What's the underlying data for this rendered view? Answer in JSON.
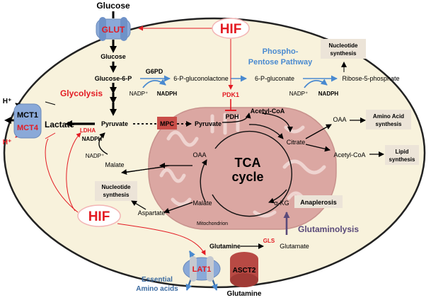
{
  "labels": {
    "glucose_top": "Glucose",
    "glut": "GLUT",
    "hif_top": "HIF",
    "glucose_in": "Glucose",
    "glucose6p": "Glucose-6-P",
    "g6pd": "G6PD",
    "nadp_1": "NADP⁺",
    "nadph_1": "NADPH",
    "gluconolactone": "6-P-gluconolactone",
    "gluconate": "6-P-gluconate",
    "ribose": "Ribose-5-phosphate",
    "nadp_2": "NADP⁺",
    "nadph_2": "NADPH",
    "ppp_1": "Phospho-",
    "ppp_2": "Pentose Pathway",
    "nuc_syn_top_1": "Nucleotide",
    "nuc_syn_top_2": "synthesis",
    "glycolysis": "Glycolysis",
    "pdk1": "PDK1",
    "pdh": "PDH",
    "acetylcoa_mito": "Acetyl-CoA",
    "pyruvate": "Pyruvate",
    "mpc": "MPC",
    "pyruvate_mito": "Pyruvate",
    "lactate": "Lactate",
    "h_plus_top": "H⁺",
    "mct1": "MCT1",
    "mct4": "MCT4",
    "h_plus_bottom": "H⁺",
    "ldha": "LDHA",
    "nadph_3": "NADPH",
    "nadp_3": "NADP⁺",
    "malate_cyto": "Malate",
    "nuc_syn_left_1": "Nucleotide",
    "nuc_syn_left_2": "synthesis",
    "hif_bottom": "HIF",
    "aspartate": "Aspartate",
    "oaa_mito": "OAA",
    "tca_1": "TCA",
    "tca_2": "cycle",
    "citrate": "Citrate",
    "malate_mito": "Malate",
    "akg": "α-KG",
    "anaplerosis": "Anaplerosis",
    "mitochondrion": "Mitochondrion",
    "oaa_cyto": "OAA",
    "acetylcoa_cyto": "Acetyl-CoA",
    "aa_syn_1": "Amino Acid",
    "aa_syn_2": "synthesis",
    "lipid_syn_1": "Lipid",
    "lipid_syn_2": "synthesis",
    "glutaminolysis": "Glutaminolysis",
    "glutamine_in": "Glutamine",
    "gls": "GLS",
    "glutamate": "Glutamate",
    "lat1": "LAT1",
    "asct2": "ASCT2",
    "essential_1": "Essential",
    "essential_2": "Amino acids",
    "glutamine_out": "Glutamine"
  },
  "colors": {
    "cell_fill": "#f8f2dc",
    "mito_fill": "#dba7a2",
    "hif_red": "#e31b23",
    "ppp_blue": "#4a8ad0",
    "transporter_blue": "#8aa9d8",
    "asct2_red": "#b84a44",
    "gln_purple": "#5a4a7a",
    "box_fill": "#ece4d8"
  }
}
